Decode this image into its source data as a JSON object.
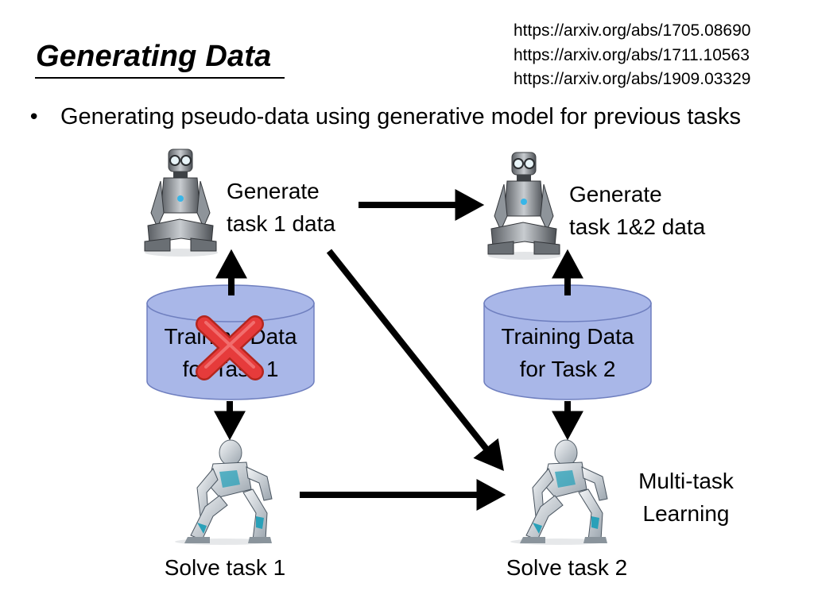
{
  "slide": {
    "title": "Generating Data",
    "references": [
      "https://arxiv.org/abs/1705.08690",
      "https://arxiv.org/abs/1711.10563",
      "https://arxiv.org/abs/1909.03329"
    ],
    "bullet": "Generating pseudo-data using generative model for previous tasks"
  },
  "diagram": {
    "generator_1": {
      "line1": "Generate",
      "line2": "task 1 data"
    },
    "generator_2": {
      "line1": "Generate",
      "line2": "task 1&2 data"
    },
    "data_1": {
      "line1": "Training Data",
      "line2": "for Task 1",
      "discarded": true
    },
    "data_2": {
      "line1": "Training Data",
      "line2": "for Task 2"
    },
    "solver_1": {
      "label": "Solve task 1"
    },
    "solver_2": {
      "label": "Solve task 2"
    },
    "multitask": {
      "line1": "Multi-task",
      "line2": "Learning"
    }
  },
  "colors": {
    "cylinder_fill": "#a9b7e8",
    "cylinder_stroke": "#6f7fbf",
    "cross": "#e63b3b",
    "arrow": "#000000"
  },
  "icons": {
    "generator": "sitting-robot-icon",
    "solver": "crouching-robot-icon",
    "discard": "red-x-icon"
  }
}
